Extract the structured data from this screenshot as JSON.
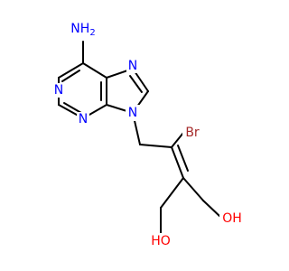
{
  "colors": {
    "background": "#ffffff",
    "bond": "#000000",
    "nitrogen": "#0000ff",
    "oxygen": "#ff0000",
    "bromine": "#a52a2a"
  },
  "labels": {
    "amino": "NH2",
    "n1": "N",
    "n3": "N",
    "n7": "N",
    "n9": "N",
    "bromo": "Br",
    "hydroxyl_right": "OH",
    "hydroxyl_left": "HO"
  }
}
